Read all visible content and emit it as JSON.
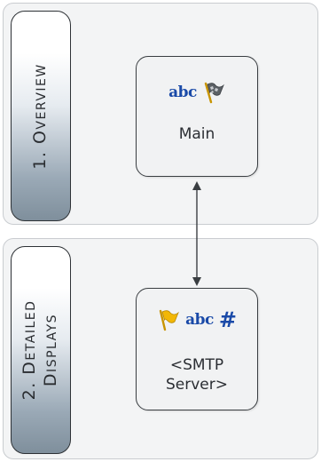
{
  "sections": [
    {
      "tab": {
        "number": "1.",
        "line1": "O",
        "line1_small": "VERVIEW",
        "line2": "",
        "line2_small": ""
      },
      "node": {
        "label_line1": "Main",
        "label_line2": "",
        "icons": [
          "abc-icon",
          "checkered-flag-icon"
        ],
        "icon_text": "abc"
      }
    },
    {
      "tab": {
        "number": "2.",
        "line1": "D",
        "line1_small": "ETAILED",
        "line2": "D",
        "line2_small": "ISPLAYS"
      },
      "node": {
        "label_line1": "<SMTP",
        "label_line2": "Server>",
        "icons": [
          "yellow-flag-icon",
          "abc-icon",
          "hash-icon"
        ],
        "icon_text": "abc",
        "hash_text": "#"
      }
    }
  ],
  "colors": {
    "tab_text": "#2a2d31",
    "icon_blue": "#1a4aa8",
    "flag_yellow": "#f2b705",
    "node_border": "#3a3e42"
  }
}
